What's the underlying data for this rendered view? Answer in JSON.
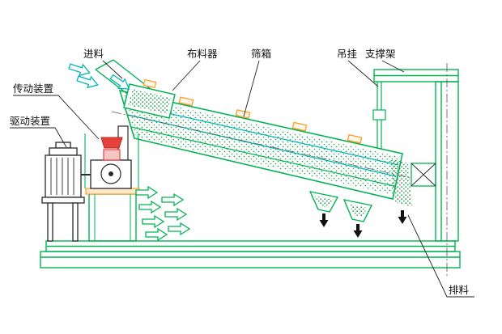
{
  "diagram": {
    "type": "technical-diagram",
    "subject": "vibrating screen machine schematic",
    "labels": {
      "feed": "进料",
      "distributor": "布料器",
      "screen_box": "筛箱",
      "hanging": "吊挂",
      "support_frame": "支撑架",
      "transmission": "传动装置",
      "drive": "驱动装置",
      "discharge": "排料"
    },
    "colors": {
      "line_green": "#00b353",
      "line_teal": "#00b5b5",
      "dot_green": "#2fa85c",
      "accent_orange": "#ff9a2a",
      "accent_red": "#e8413c",
      "dark": "#2a2a2a",
      "label_text": "#111111"
    }
  }
}
